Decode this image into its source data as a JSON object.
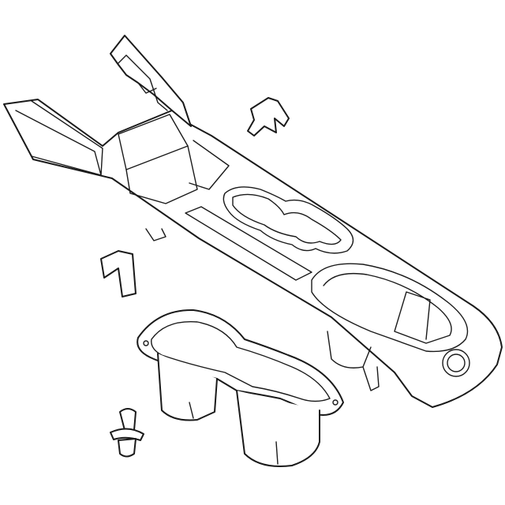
{
  "diagram": {
    "background": "#ffffff",
    "line_color": "#1a1a1a",
    "parts": [
      {
        "name": "center-console"
      },
      {
        "name": "upper-bracket"
      },
      {
        "name": "retaining-clip"
      },
      {
        "name": "side-clip"
      },
      {
        "name": "cup-holder-insert"
      },
      {
        "name": "push-pin-fastener"
      }
    ]
  }
}
